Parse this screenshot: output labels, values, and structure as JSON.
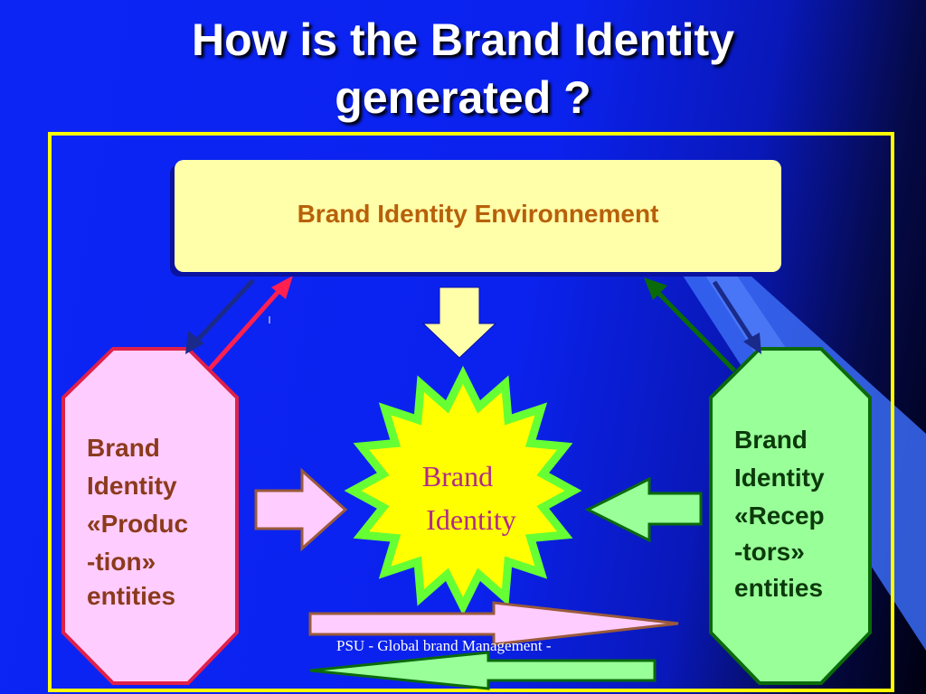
{
  "title": {
    "line1": "How is the Brand Identity",
    "line2": "generated ?"
  },
  "environment": {
    "label": "Brand Identity Environnement"
  },
  "production": {
    "lines": [
      "Brand",
      "Identity",
      "«Produc",
      "-tion»",
      "entities"
    ]
  },
  "receptors": {
    "lines": [
      "Brand",
      "Identity",
      "«Recep",
      "-tors»",
      "entities"
    ]
  },
  "center": {
    "lines": [
      "Brand",
      "Identity"
    ]
  },
  "footer": {
    "text": "PSU - Global brand Management -"
  },
  "colors": {
    "frame": "#ffff00",
    "env_fill": "#ffffaa",
    "production_fill": "#ffccff",
    "production_stroke": "#e0204a",
    "receptors_fill": "#99ff99",
    "receptors_stroke": "#0a6a0a",
    "star_fill": "#ffff00",
    "star_outline": "#66ff33"
  }
}
